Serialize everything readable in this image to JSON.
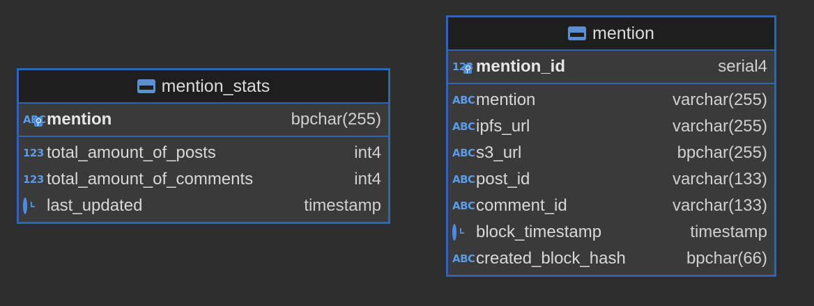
{
  "colors": {
    "background": "#2d2d2d",
    "border": "#2f65b5",
    "header": "#1e1e1e",
    "body": "#3a3a3a",
    "icon": "#5b9be6"
  },
  "entities": {
    "mention_stats": {
      "title": "mention_stats",
      "pk": {
        "icon_text": "ABC",
        "name": "mention",
        "type": "bpchar(255)"
      },
      "columns": [
        {
          "icon": "number-icon",
          "icon_text": "123",
          "name": "total_amount_of_posts",
          "type": "int4"
        },
        {
          "icon": "number-icon",
          "icon_text": "123",
          "name": "total_amount_of_comments",
          "type": "int4"
        },
        {
          "icon": "clock-icon",
          "name": "last_updated",
          "type": "timestamp"
        }
      ]
    },
    "mention": {
      "title": "mention",
      "pk": {
        "icon_text": "123",
        "name": "mention_id",
        "type": "serial4"
      },
      "columns": [
        {
          "icon": "text-icon",
          "icon_text": "ABC",
          "name": "mention",
          "type": "varchar(255)"
        },
        {
          "icon": "text-icon",
          "icon_text": "ABC",
          "name": "ipfs_url",
          "type": "varchar(255)"
        },
        {
          "icon": "text-icon",
          "icon_text": "ABC",
          "name": "s3_url",
          "type": "bpchar(255)"
        },
        {
          "icon": "text-icon",
          "icon_text": "ABC",
          "name": "post_id",
          "type": "varchar(133)"
        },
        {
          "icon": "text-icon",
          "icon_text": "ABC",
          "name": "comment_id",
          "type": "varchar(133)"
        },
        {
          "icon": "clock-icon",
          "name": "block_timestamp",
          "type": "timestamp"
        },
        {
          "icon": "text-icon",
          "icon_text": "ABC",
          "name": "created_block_hash",
          "type": "bpchar(66)"
        }
      ]
    }
  }
}
